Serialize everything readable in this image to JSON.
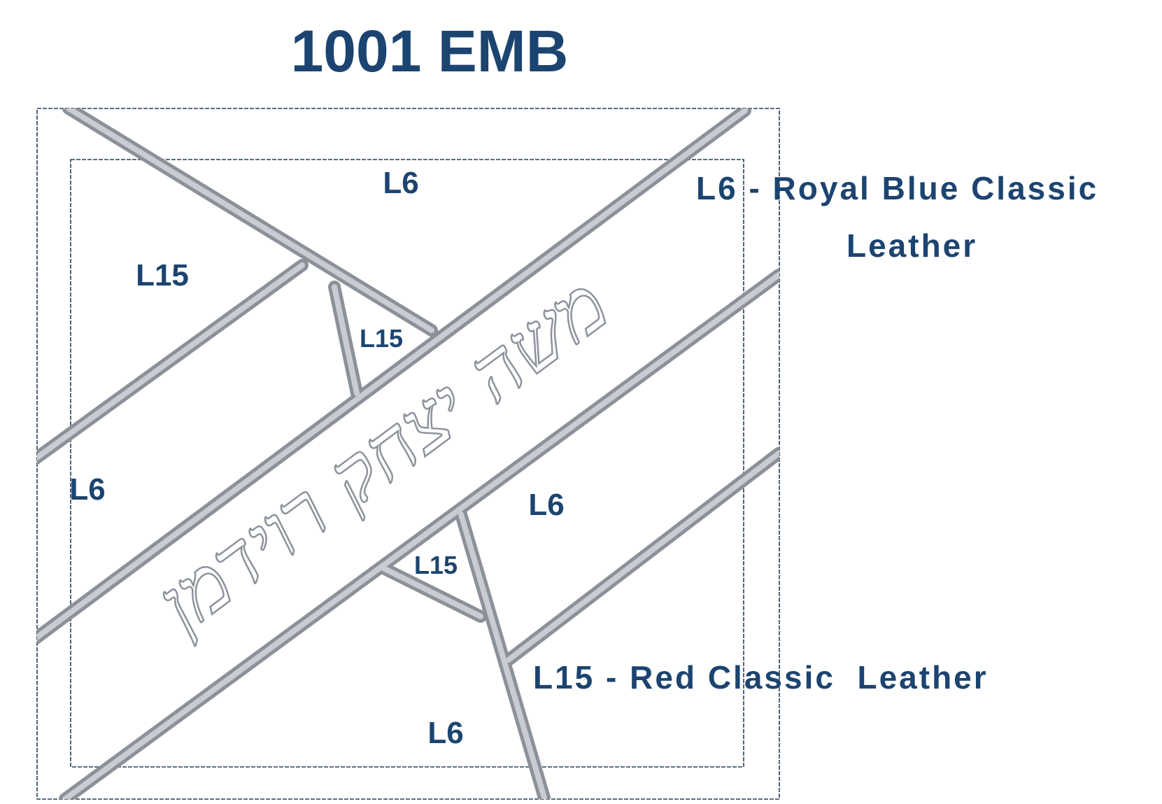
{
  "title": "1001 EMB",
  "hebrew_name": "משה יצחק רוידמן",
  "zones": [
    {
      "id": "top",
      "label": "L6"
    },
    {
      "id": "upper-left",
      "label": "L15"
    },
    {
      "id": "inner-upper",
      "label": "L15"
    },
    {
      "id": "left",
      "label": "L6"
    },
    {
      "id": "right",
      "label": "L6"
    },
    {
      "id": "inner-lower",
      "label": "L15"
    },
    {
      "id": "bottom",
      "label": "L6"
    }
  ],
  "legend": {
    "l6_line1": "L6 - Royal Blue Classic",
    "l6_line2": "Leather",
    "l15": "L15 - Red Classic  Leather"
  },
  "colors": {
    "text": "#1c4470",
    "tube": "#a9aeb6",
    "frame": "#2a3d55"
  }
}
